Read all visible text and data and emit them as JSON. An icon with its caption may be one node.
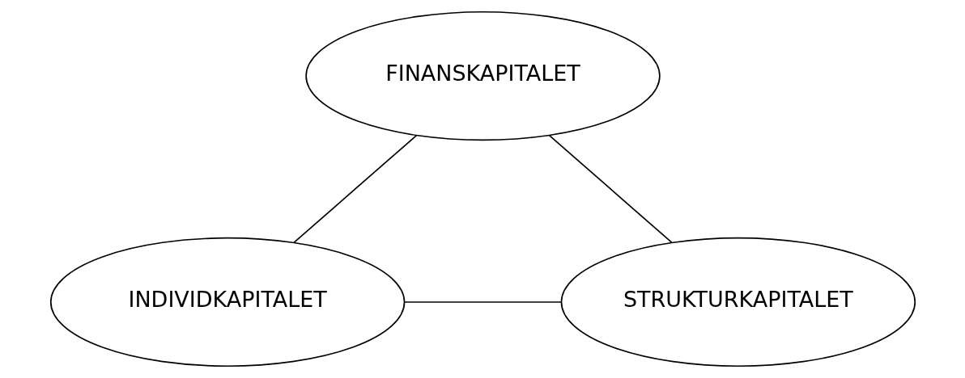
{
  "diagram": {
    "nodes": [
      {
        "text": [
          "FINANSKAPITALET"
        ]
      },
      {
        "text": [
          "STRUKTURKAPITALET"
        ]
      },
      {
        "text": [
          "INDIVIDKAPITALET"
        ]
      }
    ],
    "edges": [
      {
        "from": 0,
        "to": 2,
        "arrow": "none"
      },
      {
        "from": 0,
        "to": 1,
        "arrow": "none"
      },
      {
        "from": 2,
        "to": 1,
        "arrow": "none"
      }
    ]
  }
}
